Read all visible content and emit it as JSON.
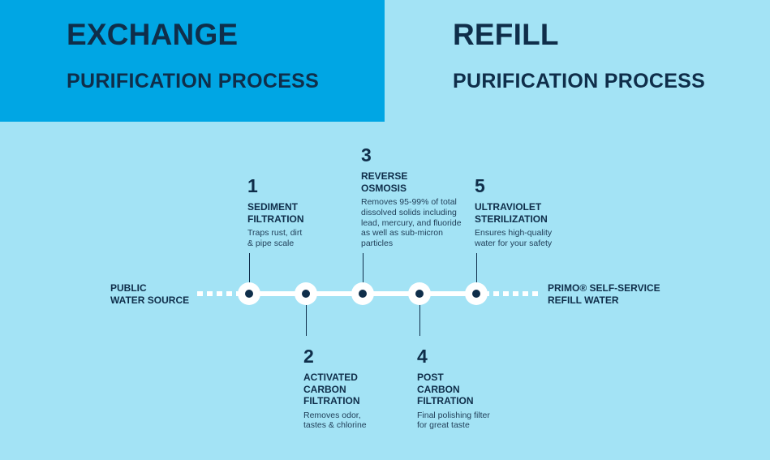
{
  "header": {
    "exchange": {
      "title": "EXCHANGE",
      "subtitle": "PURIFICATION PROCESS"
    },
    "refill": {
      "title": "REFILL",
      "subtitle": "PURIFICATION PROCESS"
    }
  },
  "flow": {
    "source_label": "PUBLIC\nWATER SOURCE",
    "destination_label": "PRIMO® SELF-SERVICE\nREFILL WATER"
  },
  "steps": [
    {
      "number": "1",
      "label": "SEDIMENT\nFILTRATION",
      "description": "Traps rust, dirt\n& pipe scale"
    },
    {
      "number": "2",
      "label": "ACTIVATED\nCARBON\nFILTRATION",
      "description": "Removes odor,\ntastes & chlorine"
    },
    {
      "number": "3",
      "label": "REVERSE\nOSMOSIS",
      "description": "Removes 95-99% of total\ndissolved solids including\nlead, mercury, and fluoride\nas well as sub-micron\nparticles"
    },
    {
      "number": "4",
      "label": "POST\nCARBON\nFILTRATION",
      "description": "Final polishing filter\nfor great taste"
    },
    {
      "number": "5",
      "label": "ULTRAVIOLET\nSTERILIZATION",
      "description": "Ensures high-quality\nwater for your safety"
    }
  ],
  "colors": {
    "page_background": "#a3e3f5",
    "active_tab": "#00a6e4",
    "text": "#0f2e4a",
    "pipe": "#ffffff"
  }
}
